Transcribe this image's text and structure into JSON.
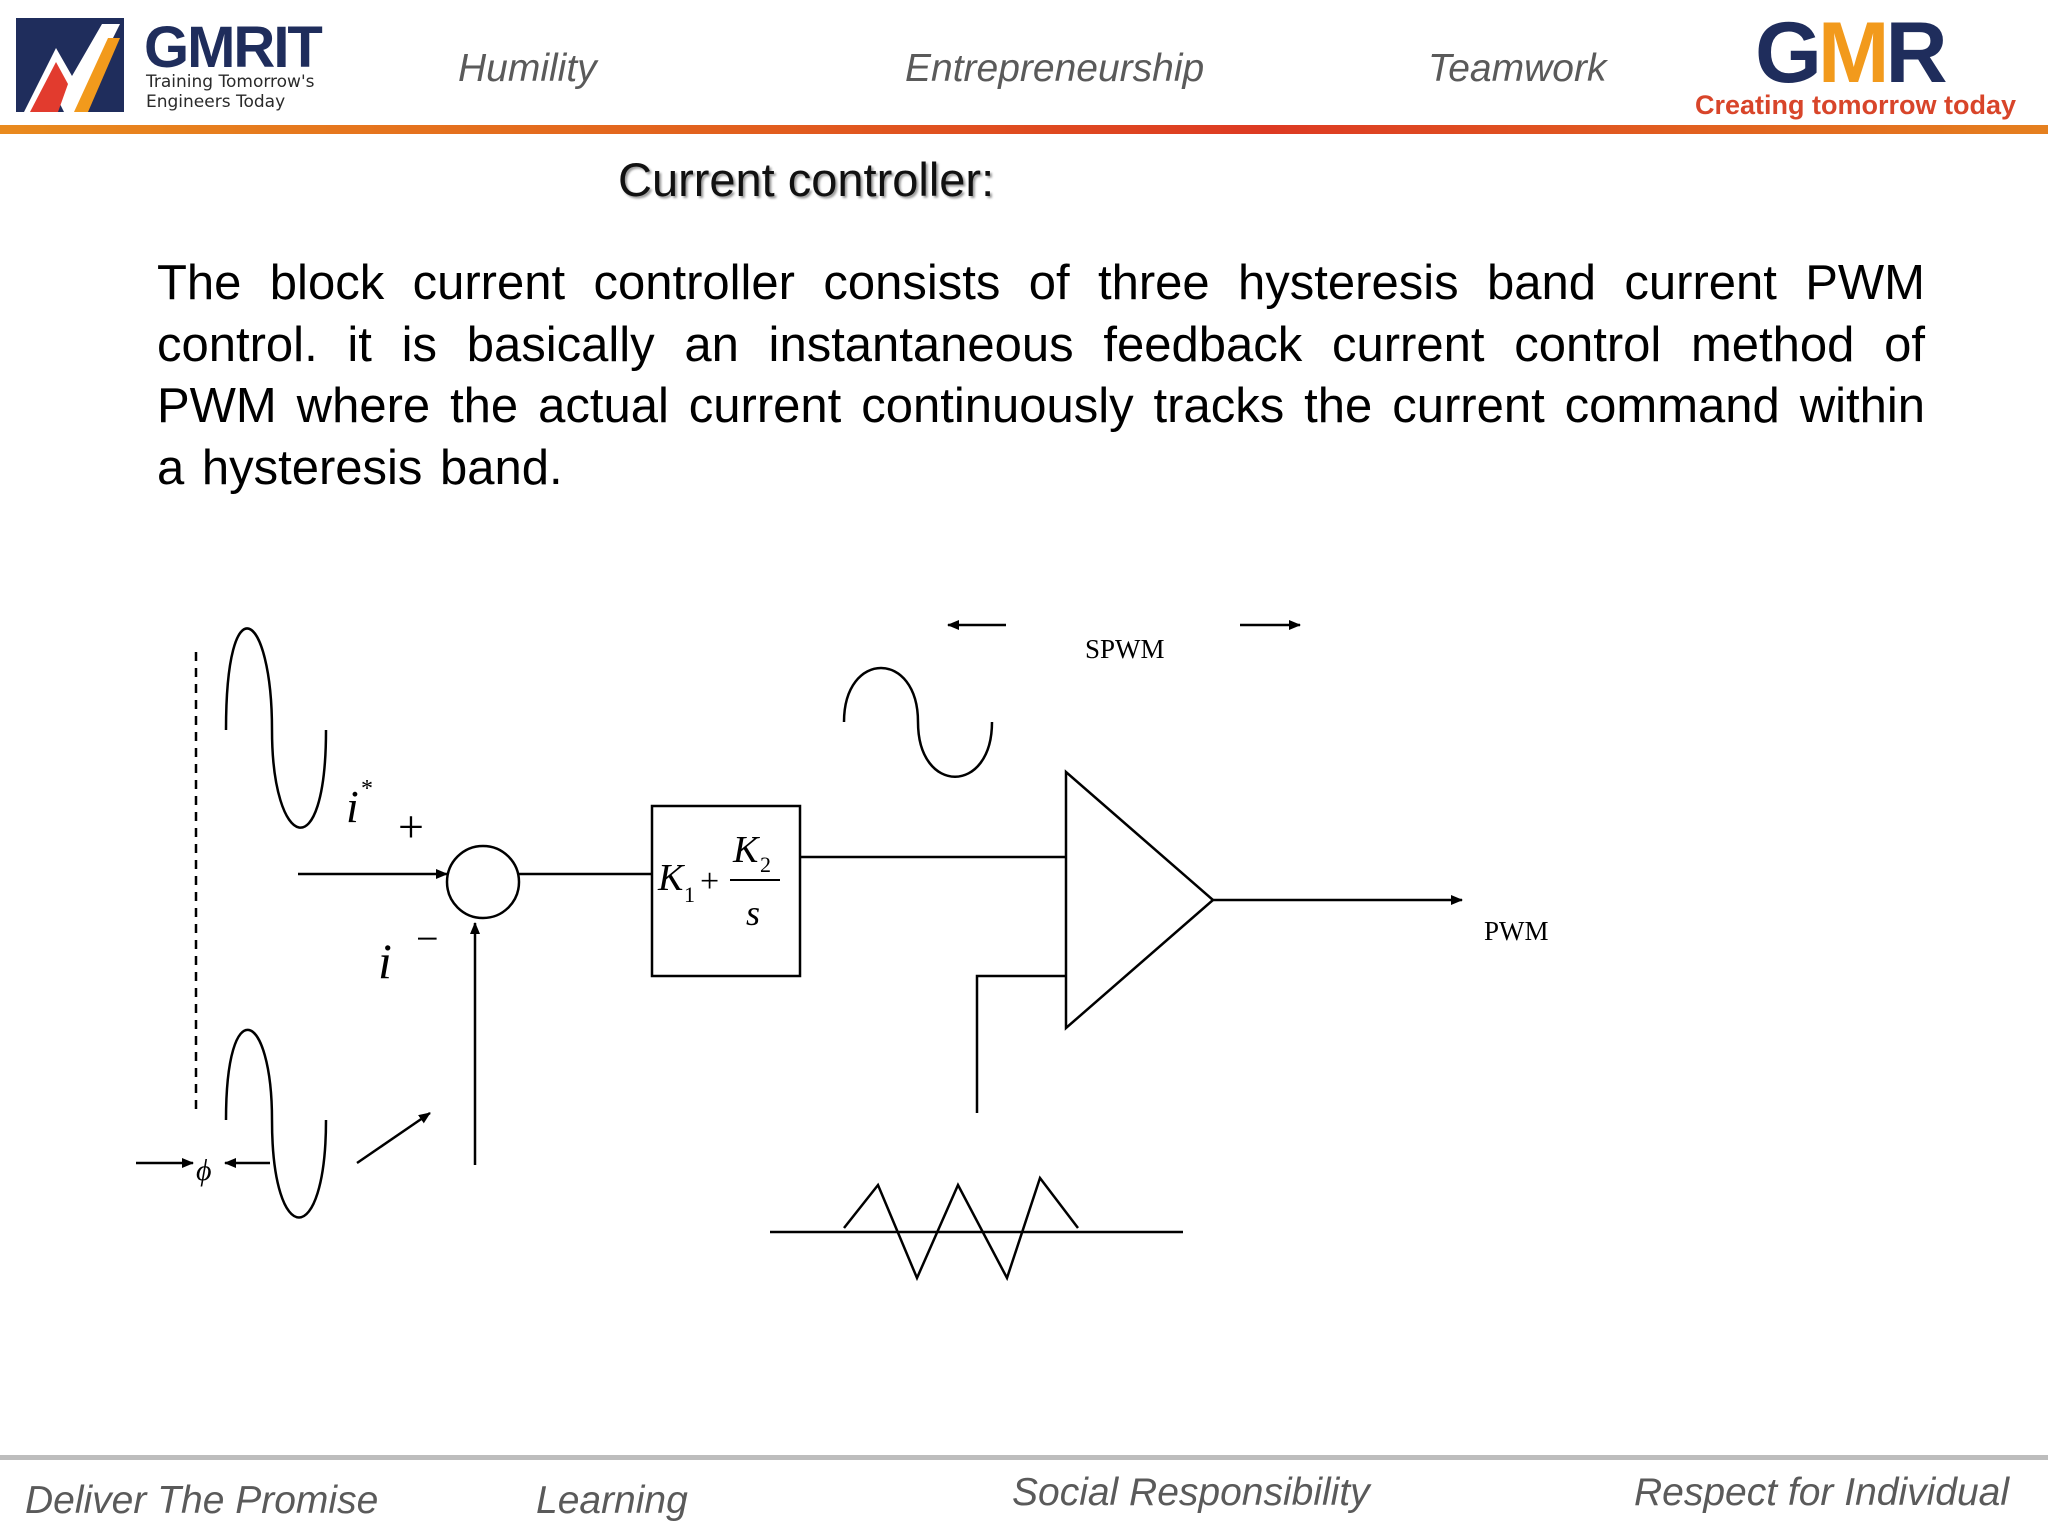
{
  "header": {
    "left_logo": {
      "name": "GMRIT",
      "tagline_line1": "Training Tomorrow's",
      "tagline_line2": "Engineers Today"
    },
    "right_logo": {
      "name": "GMR",
      "tagline": "Creating tomorrow today"
    },
    "values": [
      "Humility",
      "Entrepreneurship",
      "Teamwork"
    ]
  },
  "slide": {
    "title": "Current controller:",
    "body": "The block current controller consists of three hysteresis band current PWM control. it is basically an instantaneous feedback current control method of PWM where the actual current continuously  tracks the current command within a hysteresis band."
  },
  "diagram": {
    "spwm_label": "SPWM",
    "pwm_label": "PWM",
    "ref_current_label": "i",
    "ref_current_sup": "*",
    "actual_current_label": "i",
    "plus_sign": "+",
    "minus_sign": "−",
    "phase_label": "ϕ",
    "pi_k1": "K",
    "pi_k1_sub": "1",
    "pi_plus": "+",
    "pi_k2": "K",
    "pi_k2_sub": "2",
    "pi_s": "s"
  },
  "footer": {
    "values": [
      "Deliver The Promise",
      "Learning",
      "Social Responsibility",
      "Respect for Individual"
    ]
  },
  "colors": {
    "brand_navy": "#1f2d5c",
    "brand_orange": "#f29a1c",
    "brand_red": "#d8452a",
    "header_rule": "#e2611e",
    "footer_rule": "#bdbdbd"
  }
}
